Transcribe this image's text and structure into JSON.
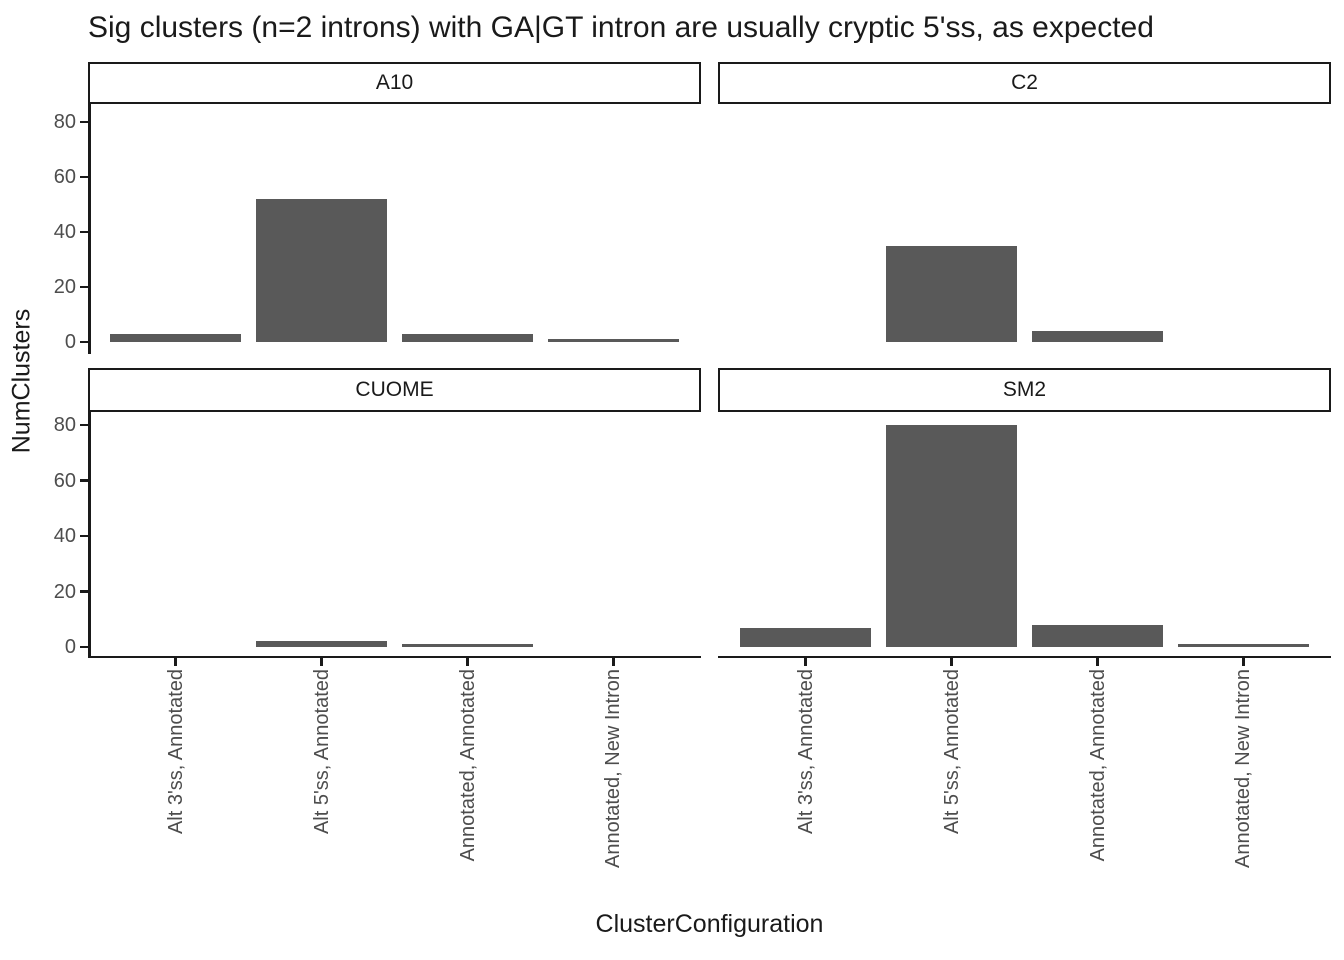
{
  "title": "Sig clusters (n=2 introns) with GA|GT intron are usually cryptic 5'ss, as expected",
  "chart_data": {
    "type": "bar",
    "layout": "2x2_facet_grid",
    "facets": [
      {
        "label": "A10",
        "values": [
          3,
          52,
          3,
          1
        ]
      },
      {
        "label": "C2",
        "values": [
          0,
          35,
          4,
          0
        ]
      },
      {
        "label": "CUOME",
        "values": [
          0,
          2,
          1,
          0
        ]
      },
      {
        "label": "SM2",
        "values": [
          7,
          80,
          8,
          1
        ]
      }
    ],
    "categories": [
      "Alt 3'ss, Annotated",
      "Alt 5'ss, Annotated",
      "Annotated, Annotated",
      "Annotated, New Intron"
    ],
    "xlabel": "ClusterConfiguration",
    "ylabel": "NumClusters",
    "y_ticks": [
      0,
      20,
      40,
      60,
      80
    ],
    "ylim": [
      0,
      86
    ],
    "grid": false,
    "legend": "none",
    "bar_color": "#595959",
    "axis_color": "#1a1a1a",
    "tick_label_color": "#4d4d4d"
  }
}
